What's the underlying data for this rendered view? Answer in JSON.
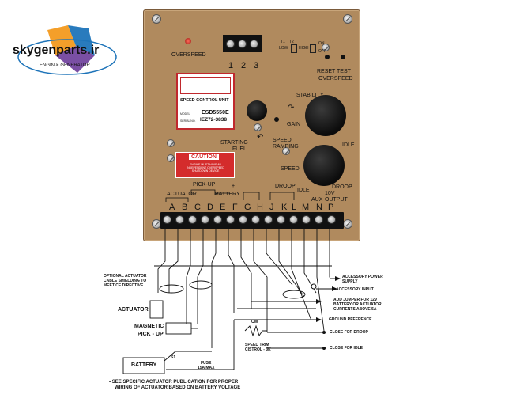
{
  "logo": {
    "brand": "skygenparts.ir",
    "tagline": "ENGIN & GENERATOR"
  },
  "board": {
    "overspeed": "OVERSPEED",
    "top_terminals": [
      "1",
      "2",
      "3"
    ],
    "reset_test": "RESET TEST",
    "reset_overspeed": "OVERSPEED",
    "jumper_small": [
      "T1",
      "T2",
      "LOW",
      "HIGH",
      "ON",
      "OFF"
    ],
    "card": {
      "title": "SPEED CONTROL UNIT",
      "model_label": "MODEL",
      "model": "ESD5550E",
      "serial_label": "SERIAL NO.",
      "serial": "IEZ72-3838"
    },
    "caution": {
      "title": "CAUTION",
      "body": "ENGINE MUST HAVE AN INDEPENDENT OVERSPEED SHUTDOWN DEVICE"
    },
    "knob_labels": {
      "stability": "STABILITY",
      "gain": "GAIN",
      "starting": "STARTING",
      "fuel": "FUEL",
      "speed_ramping_1": "SPEED",
      "speed_ramping_2": "RAMPING",
      "speed": "SPEED",
      "idle": "IDLE",
      "droop": "DROOP"
    },
    "group_labels": {
      "pickup": "PICK-UP",
      "minus": "-",
      "plus": "+",
      "actuator": "ACTUATOR",
      "battery": "BATTERY",
      "droop": "DROOP",
      "idle": "IDLE",
      "aux": "AUX",
      "output_1": "10V",
      "output_2": "OUTPUT"
    },
    "terminals": [
      "A",
      "B",
      "C",
      "D",
      "E",
      "F",
      "G",
      "H",
      "J",
      "K",
      "L",
      "M",
      "N",
      "P"
    ]
  },
  "wiring": {
    "shielding": [
      "OPTIONAL ACTUATOR",
      "CABLE SHIELDING TO",
      "MEET CE DIRECTIVE"
    ],
    "actuator": "ACTUATOR",
    "magnetic_1": "MAGNETIC",
    "magnetic_2": "PICK - UP",
    "s1": "S1",
    "battery": "BATTERY",
    "fuse_1": "FUSE",
    "fuse_2": "15A MAX",
    "cw": "CW",
    "trim_1": "SPEED TRIM",
    "trim_2": "CISTROL - 5K",
    "right": [
      "ACCESSORY POWER",
      "SUPPLY",
      "ACCESSORY INPUT",
      "ADD JUMPER FOR 12V",
      "BATTERY OR ACTUATOR",
      "CURRENTS ABOVE 5A",
      "GROUND REFERENCE",
      "CLOSE FOR DROOP",
      "CLOSE FOR IDLE"
    ],
    "note_1": "• SEE SPECIFIC ACTUATOR PUBLICATION FOR PROPER",
    "note_2": "WIRING OF ACTUATOR BASED ON BATTERY VOLTAGE"
  },
  "colors": {
    "board": "#b08a5e",
    "caution": "#d42c2c",
    "card_border": "#c0282d",
    "logo_blue": "#1e74b9",
    "logo_orange": "#f39a1f",
    "logo_purple": "#6b3c9a"
  }
}
